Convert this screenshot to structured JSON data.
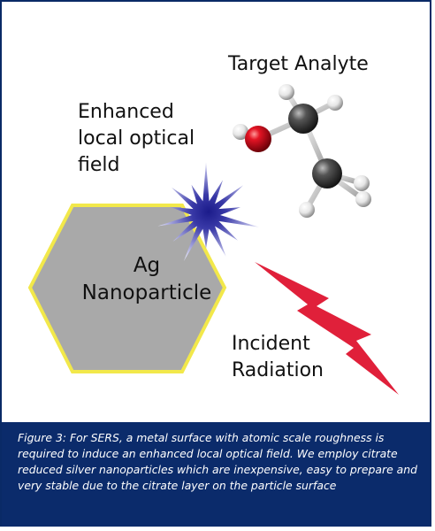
{
  "labels": {
    "target_analyte": "Target Analyte",
    "enhanced_field": "Enhanced\nlocal optical\nfield",
    "nanoparticle": "Ag\nNanoparticle",
    "incident_radiation": "Incident\nRadiation"
  },
  "caption": "Figure 3: For SERS, a metal surface with atomic scale roughness is required to induce an enhanced local optical field. We employ citrate reduced silver nanoparticles which are inexpensive, easy to prepare and very stable due to the citrate layer on the particle surface",
  "colors": {
    "frame": "#0a2a66",
    "caption_background": "#0b2b6b",
    "nanoparticle_fill": "#a9a9a9",
    "nanoparticle_outline": "#f2e84a",
    "starburst": "#2e2e9e",
    "radiation": "#e0203a",
    "oxygen_atom": "#d8101c",
    "carbon_atom": "#4a4a4a",
    "hydrogen_atom": "#eeeeee"
  }
}
